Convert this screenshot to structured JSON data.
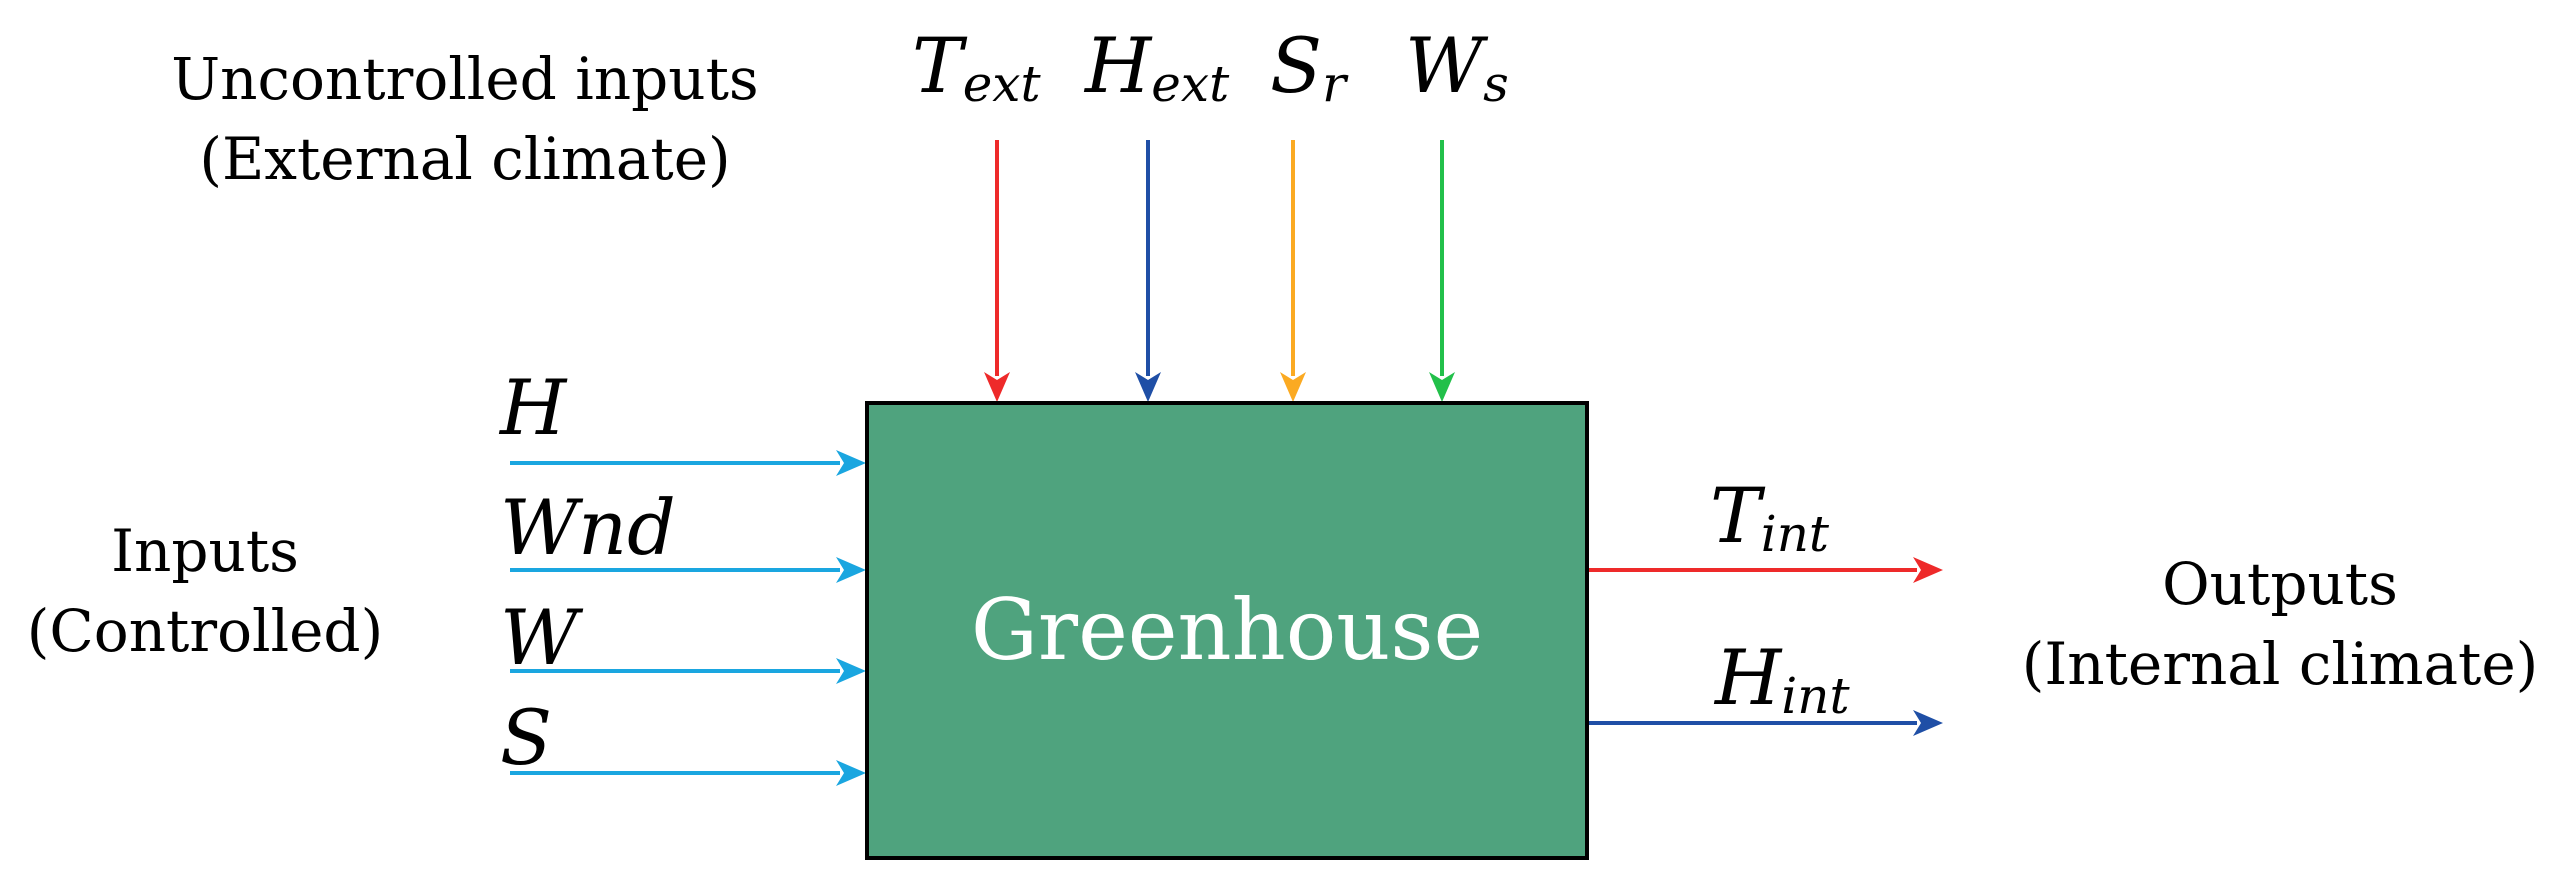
{
  "uncontrolled_group": {
    "line1": "Uncontrolled inputs",
    "line2": "(External climate)"
  },
  "controlled_group": {
    "line1": "Inputs",
    "line2": "(Controlled)"
  },
  "outputs_group": {
    "line1": "Outputs",
    "line2": "(Internal climate)"
  },
  "system": {
    "label": "Greenhouse",
    "fill_color": "#4fa37e",
    "border_color": "#000000"
  },
  "uncontrolled_inputs": [
    {
      "symbol": "T",
      "subscript": "ext",
      "color": "#ee2a2a"
    },
    {
      "symbol": "H",
      "subscript": "ext",
      "color": "#1f4fa6"
    },
    {
      "symbol": "S",
      "subscript": "r",
      "color": "#fbaa22"
    },
    {
      "symbol": "W",
      "subscript": "s",
      "color": "#22c04a"
    }
  ],
  "controlled_inputs": [
    {
      "symbol": "H",
      "color": "#1aa6e0"
    },
    {
      "symbol": "Wnd",
      "color": "#1aa6e0"
    },
    {
      "symbol": "W",
      "color": "#1aa6e0"
    },
    {
      "symbol": "S",
      "color": "#1aa6e0"
    }
  ],
  "outputs": [
    {
      "symbol": "T",
      "subscript": "int",
      "color": "#ee2a2a"
    },
    {
      "symbol": "H",
      "subscript": "int",
      "color": "#1f4fa6"
    }
  ]
}
